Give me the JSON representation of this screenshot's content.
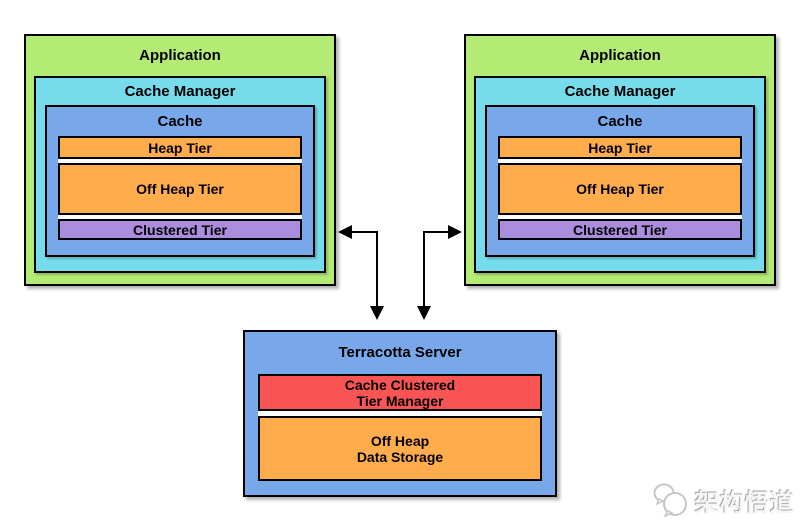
{
  "apps": [
    {
      "title": "Application",
      "cache_manager_title": "Cache Manager",
      "cache_title": "Cache",
      "tiers": [
        "Heap Tier",
        "Off Heap Tier",
        "Clustered Tier"
      ]
    },
    {
      "title": "Application",
      "cache_manager_title": "Cache Manager",
      "cache_title": "Cache",
      "tiers": [
        "Heap Tier",
        "Off Heap Tier",
        "Clustered Tier"
      ]
    }
  ],
  "server": {
    "title": "Terracotta Server",
    "components": [
      {
        "lines": [
          "Cache Clustered",
          "Tier Manager"
        ],
        "color": "#FB5454"
      },
      {
        "lines": [
          "Off Heap",
          "Data Storage"
        ],
        "color": "#FFAC4D"
      }
    ]
  },
  "connectors": [
    {
      "from": "left-application-clustered-tier",
      "to": "terracotta-server",
      "style": "double-headed-elbow"
    },
    {
      "from": "right-application-clustered-tier",
      "to": "terracotta-server",
      "style": "double-headed-elbow"
    }
  ],
  "colors": {
    "application": "#B3EB75",
    "cache_manager": "#76DCEC",
    "cache": "#78A7EA",
    "heap_tier": "#FFAC4D",
    "off_heap_tier": "#FFAC4D",
    "clustered_tier": "#AA8DDC",
    "server": "#78A7EA",
    "cache_clustered_tier_manager": "#FB5454",
    "off_heap_data_storage": "#FFAC4D",
    "border": "#000000",
    "arrow": "#000000"
  },
  "watermark": {
    "text": "架构悟道",
    "icon": "chat-bubbles-icon"
  }
}
